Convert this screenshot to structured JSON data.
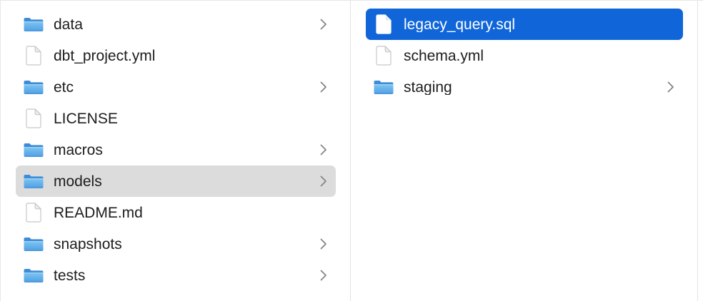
{
  "colors": {
    "selection_active": "#1066d9",
    "selection_inactive": "#dcdcdc",
    "folder_blue": "#55a7e6",
    "text": "#1d1d1f",
    "selected_text": "#ffffff",
    "divider": "#e2e2e2",
    "chevron": "#868686"
  },
  "columns": [
    {
      "items": [
        {
          "label": "data",
          "icon": "folder-icon",
          "has_chevron": true,
          "selected": "none"
        },
        {
          "label": "dbt_project.yml",
          "icon": "document-icon",
          "has_chevron": false,
          "selected": "none"
        },
        {
          "label": "etc",
          "icon": "folder-icon",
          "has_chevron": true,
          "selected": "none"
        },
        {
          "label": "LICENSE",
          "icon": "document-icon",
          "has_chevron": false,
          "selected": "none"
        },
        {
          "label": "macros",
          "icon": "folder-icon",
          "has_chevron": true,
          "selected": "none"
        },
        {
          "label": "models",
          "icon": "folder-icon",
          "has_chevron": true,
          "selected": "inactive"
        },
        {
          "label": "README.md",
          "icon": "document-icon",
          "has_chevron": false,
          "selected": "none"
        },
        {
          "label": "snapshots",
          "icon": "folder-icon",
          "has_chevron": true,
          "selected": "none"
        },
        {
          "label": "tests",
          "icon": "folder-icon",
          "has_chevron": true,
          "selected": "none"
        }
      ]
    },
    {
      "items": [
        {
          "label": "legacy_query.sql",
          "icon": "document-icon",
          "has_chevron": false,
          "selected": "active"
        },
        {
          "label": "schema.yml",
          "icon": "document-icon",
          "has_chevron": false,
          "selected": "none"
        },
        {
          "label": "staging",
          "icon": "folder-icon",
          "has_chevron": true,
          "selected": "none"
        }
      ]
    }
  ]
}
